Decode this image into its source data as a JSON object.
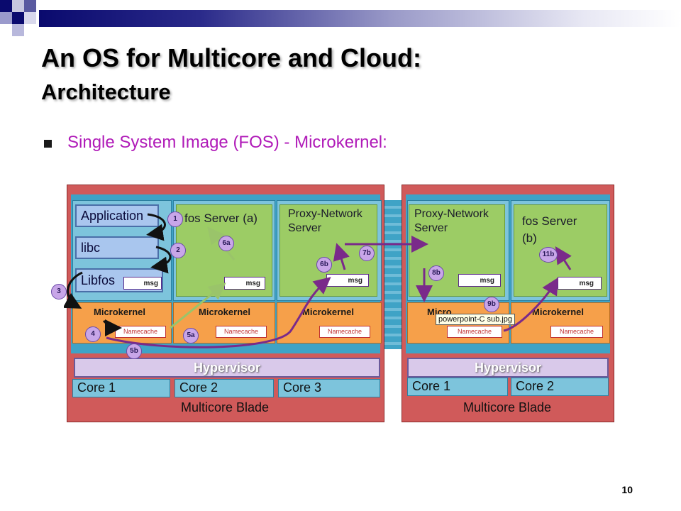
{
  "slide": {
    "title": "An OS for Multicore and Cloud:",
    "subtitle": "Architecture",
    "bullet": "Single System Image (FOS) - Microkernel:",
    "page_number": "10"
  },
  "diagram": {
    "blade1": {
      "app": "Application",
      "libc": "libc",
      "libfos": "Libfos",
      "fos_server_a": "fos Server (a)",
      "proxy_server_line1": "Proxy-Network",
      "proxy_server_line2": "Server",
      "microkernel": "Microkernel",
      "namecache": "Namecache",
      "msg": "msg",
      "hypervisor": "Hypervisor",
      "core1": "Core 1",
      "core2": "Core 2",
      "core3": "Core 3",
      "blade_label": "Multicore Blade"
    },
    "blade2": {
      "proxy_server_line1": "Proxy-Network",
      "proxy_server_line2": "Server",
      "fos_server_b_line1": "fos Server",
      "fos_server_b_line2": "(b)",
      "microkernel_partial": "Micro",
      "microkernel": "Microkernel",
      "namecache": "Namecache",
      "msg": "msg",
      "hypervisor": "Hypervisor",
      "core1": "Core 1",
      "core2": "Core 2",
      "blade_label": "Multicore Blade"
    },
    "tooltip": "powerpoint-C sub.jpg",
    "steps": [
      "1",
      "2",
      "3",
      "4",
      "5a",
      "5b",
      "6a",
      "6b",
      "7b",
      "8b",
      "9b",
      "11b"
    ],
    "colors": {
      "arrow_purple": "#7a2a8a",
      "arrow_black": "#111111",
      "arrow_green": "#9ac46a",
      "title_accent": "#b01ab8"
    }
  }
}
